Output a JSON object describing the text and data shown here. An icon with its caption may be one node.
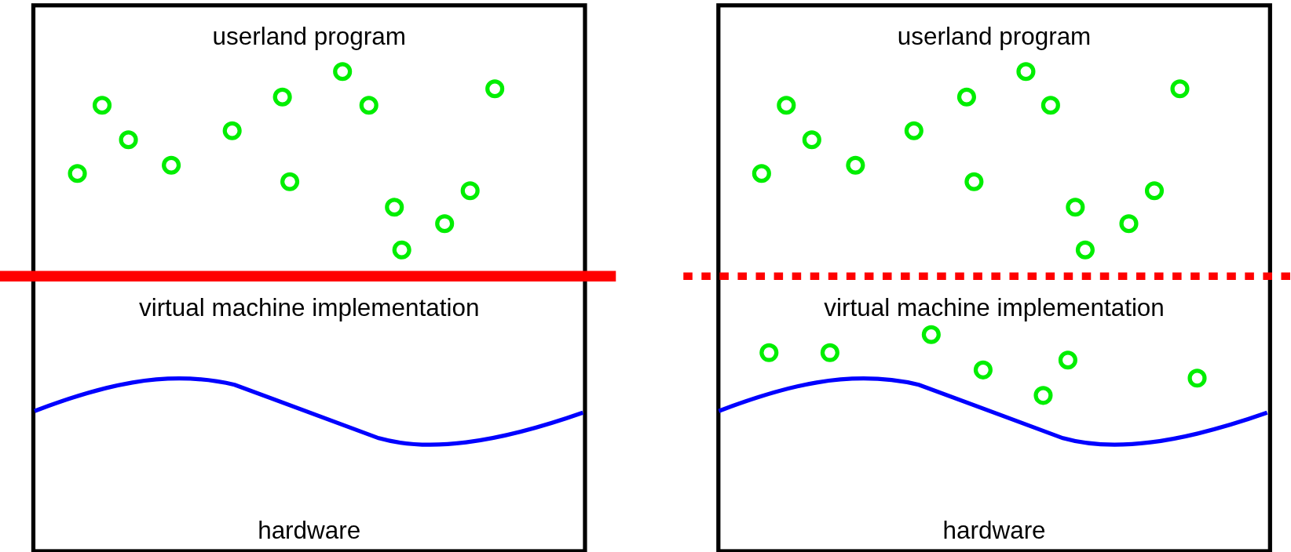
{
  "diagram": {
    "nodes": [
      {
        "text": [
          "userland program",
          "virtual machine implementation",
          "hardware"
        ]
      },
      {
        "text": [
          "userland program",
          "virtual machine implementation",
          "hardware"
        ]
      }
    ]
  }
}
